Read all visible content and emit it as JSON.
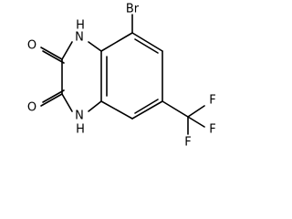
{
  "atoms": {
    "br": "Br",
    "n_top": "H",
    "n_top_n": "N",
    "n_bottom": "H",
    "n_bottom_n": "N",
    "o_top": "O",
    "o_bottom": "O",
    "f1": "F",
    "f2": "F",
    "f3": "F"
  }
}
